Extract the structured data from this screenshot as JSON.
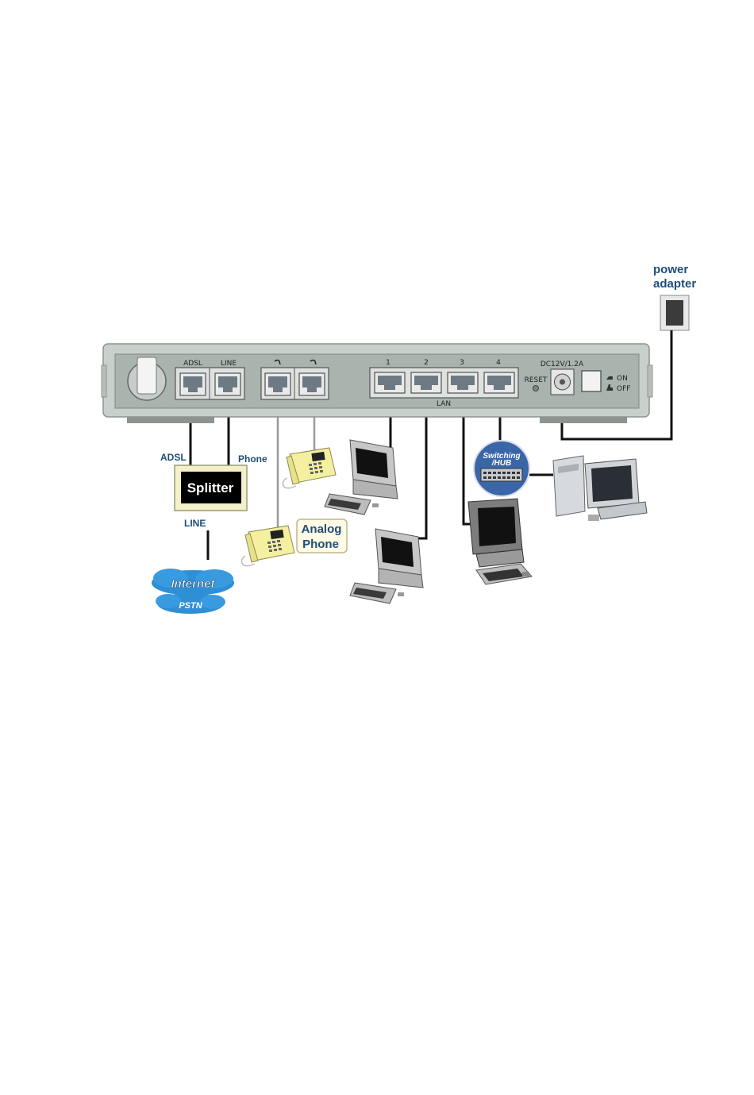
{
  "device": {
    "port_labels": {
      "adsl": "ADSL",
      "line": "LINE",
      "lan_1": "1",
      "lan_2": "2",
      "lan_3": "3",
      "lan_4": "4",
      "lan": "LAN",
      "reset": "RESET",
      "dc": "DC12V/1.2A",
      "on": "ON",
      "off": "OFF"
    }
  },
  "labels": {
    "power_adapter_line1": "power",
    "power_adapter_line2": "adapter",
    "adsl": "ADSL",
    "phone": "Phone",
    "splitter": "Splitter",
    "line": "LINE",
    "analog_phone_line1": "Analog",
    "analog_phone_line2": "Phone",
    "switching_hub_line1": "Switching",
    "switching_hub_line2": "/HUB",
    "internet": "Internet",
    "pstn": "PSTN"
  },
  "icons": [
    "router-icon",
    "power-adapter-icon",
    "splitter-icon",
    "telephone-icon",
    "computer-icon",
    "switching-hub-icon",
    "internet-cloud-icon"
  ],
  "colors": {
    "label_blue": "#1f4d78",
    "router_body": "#c9cfcb",
    "router_panel": "#a9b4af",
    "phone_yellow": "#f4f0a0",
    "cloud_blue": "#2f8fd4",
    "hub_blue": "#3a66a8"
  }
}
